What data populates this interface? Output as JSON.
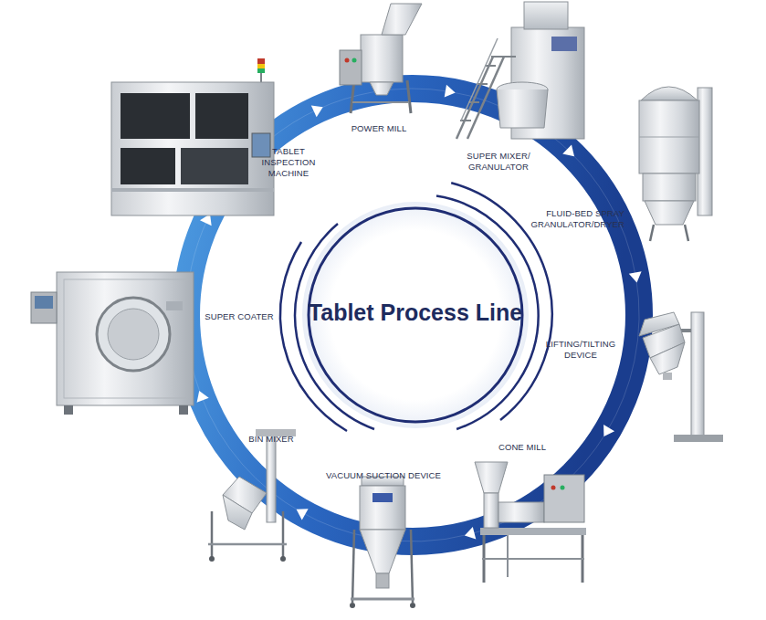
{
  "diagram": {
    "title": "Tablet Process Line",
    "nodes": [
      {
        "text": [
          "POWER MILL"
        ]
      },
      {
        "text": [
          "SUPER MIXER/ GRANULATOR"
        ]
      },
      {
        "text": [
          "FLUID-BED SPRAY GRANULATOR/DRYER"
        ]
      },
      {
        "text": [
          "LIFTING/TILTING DEVICE"
        ]
      },
      {
        "text": [
          "CONE MILL"
        ]
      },
      {
        "text": [
          "VACUUM SUCTION DEVICE"
        ]
      },
      {
        "text": [
          "BIN MIXER"
        ]
      },
      {
        "text": [
          "SUPER COATER"
        ]
      },
      {
        "text": [
          "TABLET INSPECTION MACHINE"
        ]
      }
    ],
    "edges": [
      {
        "from": 0,
        "to": 1,
        "arrow": "to"
      },
      {
        "from": 1,
        "to": 2,
        "arrow": "to"
      },
      {
        "from": 2,
        "to": 3,
        "arrow": "to"
      },
      {
        "from": 3,
        "to": 4,
        "arrow": "to"
      },
      {
        "from": 4,
        "to": 5,
        "arrow": "to"
      },
      {
        "from": 5,
        "to": 6,
        "arrow": "to"
      },
      {
        "from": 6,
        "to": 7,
        "arrow": "to"
      },
      {
        "from": 7,
        "to": 8,
        "arrow": "to"
      },
      {
        "from": 8,
        "to": 0,
        "arrow": "to"
      }
    ]
  }
}
